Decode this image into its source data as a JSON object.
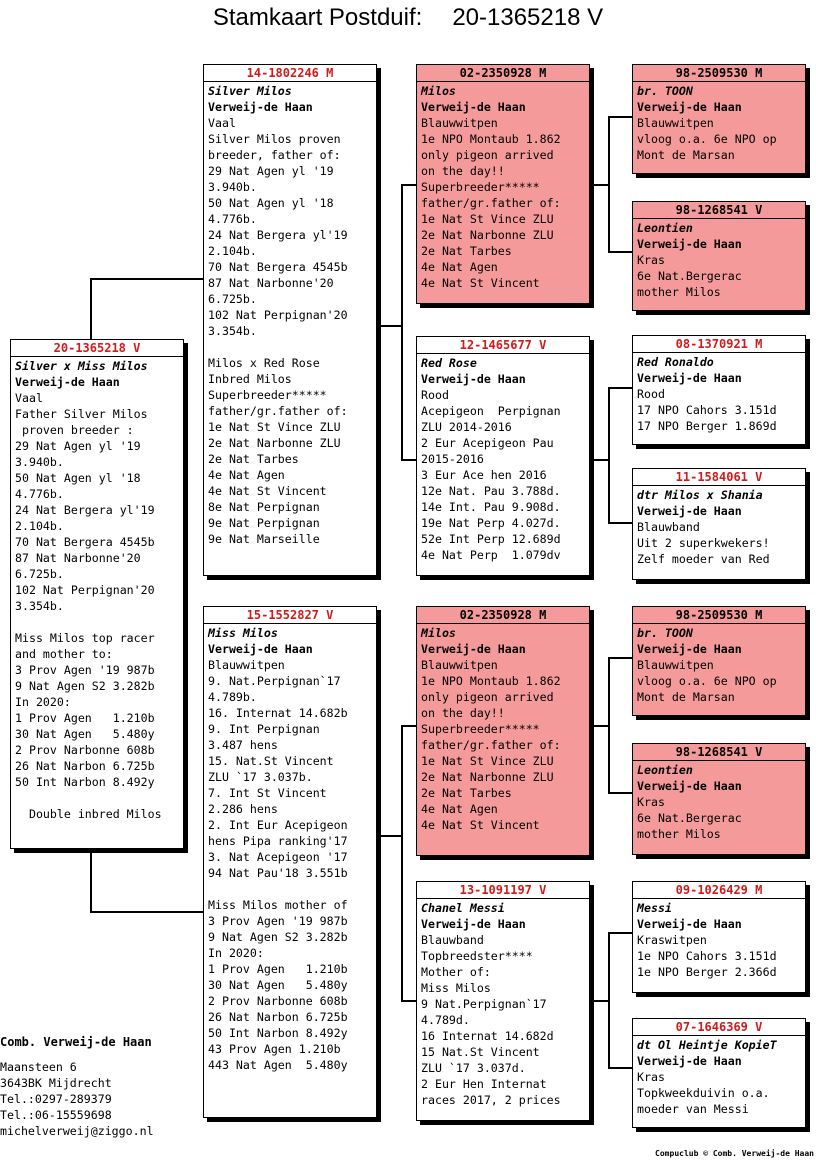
{
  "title": {
    "label": "Stamkaart Postduif:",
    "ring": "20-1365218 V"
  },
  "cards": [
    {
      "id": "subject",
      "ring": "20-1365218 V",
      "pink": false,
      "lines": [
        "Silver x Miss Milos",
        "Verweij-de Haan",
        "Vaal",
        "Father Silver Milos",
        " proven breeder :",
        "29 Nat Agen yl '19",
        "3.940b.",
        "50 Nat Agen yl '18",
        "4.776b.",
        "24 Nat Bergera yl'19",
        "2.104b.",
        "70 Nat Bergera 4545b",
        "87 Nat Narbonne'20",
        "6.725b.",
        "102 Nat Perpignan'20",
        "3.354b.",
        "",
        "Miss Milos top racer",
        "and mother to:",
        "3 Prov Agen '19 987b",
        "9 Nat Agen S2 3.282b",
        "In 2020:",
        "1 Prov Agen   1.210b",
        "30 Nat Agen   5.480y",
        "2 Prov Narbonne 608b",
        "26 Nat Narbon 6.725b",
        "50 Int Narbon 8.492y",
        "",
        "  Double inbred Milos"
      ]
    },
    {
      "id": "sire",
      "ring": "14-1802246 M",
      "pink": false,
      "lines": [
        "Silver Milos",
        "Verweij-de Haan",
        "Vaal",
        "Silver Milos proven",
        "breeder, father of:",
        "29 Nat Agen yl '19",
        "3.940b.",
        "50 Nat Agen yl '18",
        "4.776b.",
        "24 Nat Bergera yl'19",
        "2.104b.",
        "70 Nat Bergera 4545b",
        "87 Nat Narbonne'20",
        "6.725b.",
        "102 Nat Perpignan'20",
        "3.354b.",
        "",
        "Milos x Red Rose",
        "Inbred Milos",
        "Superbreeder*****",
        "father/gr.father of:",
        "1e Nat St Vince ZLU",
        "2e Nat Narbonne ZLU",
        "2e Nat Tarbes",
        "4e Nat Agen",
        "4e Nat St Vincent",
        "8e Nat Perpignan",
        "9e Nat Perpignan",
        "9e Nat Marseille"
      ]
    },
    {
      "id": "dam",
      "ring": "15-1552827 V",
      "pink": false,
      "lines": [
        "Miss Milos",
        "Verweij-de Haan",
        "Blauwwitpen",
        "9. Nat.Perpignan`17",
        "4.789b.",
        "16. Internat 14.682b",
        "9. Int Perpignan",
        "3.487 hens",
        "15. Nat.St Vincent",
        "ZLU `17 3.037b.",
        "7. Int St Vincent",
        "2.286 hens",
        "2. Int Eur Acepigeon",
        "hens Pipa ranking'17",
        "3. Nat Acepigeon '17",
        "94 Nat Pau'18 3.551b",
        "",
        "Miss Milos mother of",
        "3 Prov Agen '19 987b",
        "9 Nat Agen S2 3.282b",
        "In 2020:",
        "1 Prov Agen   1.210b",
        "30 Nat Agen   5.480y",
        "2 Prov Narbonne 608b",
        "26 Nat Narbon 6.725b",
        "50 Int Narbon 8.492y",
        "43 Prov Agen 1.210b",
        "443 Nat Agen  5.480y"
      ]
    },
    {
      "id": "ss",
      "ring": "02-2350928 M",
      "pink": true,
      "lines": [
        "Milos",
        "Verweij-de Haan",
        "Blauwwitpen",
        "1e NPO Montaub 1.862",
        "only pigeon arrived",
        "on the day!!",
        "Superbreeder*****",
        "father/gr.father of:",
        "1e Nat St Vince ZLU",
        "2e Nat Narbonne ZLU",
        "2e Nat Tarbes",
        "4e Nat Agen",
        "4e Nat St Vincent"
      ]
    },
    {
      "id": "sd",
      "ring": "12-1465677 V",
      "pink": false,
      "lines": [
        "Red Rose",
        "Verweij-de Haan",
        "Rood",
        "Acepigeon  Perpignan",
        "ZLU 2014-2016",
        "2 Eur Acepigeon Pau",
        "2015-2016",
        "3 Eur Ace hen 2016",
        "12e Nat. Pau 3.788d.",
        "14e Int. Pau 9.908d.",
        "19e Nat Perp 4.027d.",
        "52e Int Perp 12.689d",
        "4e Nat Perp  1.079dv"
      ]
    },
    {
      "id": "ds",
      "ring": "02-2350928 M",
      "pink": true,
      "lines": [
        "Milos",
        "Verweij-de Haan",
        "Blauwwitpen",
        "1e NPO Montaub 1.862",
        "only pigeon arrived",
        "on the day!!",
        "Superbreeder*****",
        "father/gr.father of:",
        "1e Nat St Vince ZLU",
        "2e Nat Narbonne ZLU",
        "2e Nat Tarbes",
        "4e Nat Agen",
        "4e Nat St Vincent"
      ]
    },
    {
      "id": "dd",
      "ring": "13-1091197 V",
      "pink": false,
      "lines": [
        "Chanel Messi",
        "Verweij-de Haan",
        "Blauwband",
        "Topbreedster****",
        "Mother of:",
        "Miss Milos",
        "9 Nat.Perpignan`17",
        "4.789d.",
        "16 Internat 14.682d",
        "15 Nat.St Vincent",
        "ZLU `17 3.037d.",
        "2 Eur Hen Internat",
        "races 2017, 2 prices"
      ]
    },
    {
      "id": "sss",
      "ring": "98-2509530 M",
      "pink": true,
      "lines": [
        "br. TOON",
        "Verweij-de Haan",
        "Blauwwitpen",
        "vloog o.a. 6e NPO op",
        "Mont de Marsan"
      ]
    },
    {
      "id": "ssd",
      "ring": "98-1268541 V",
      "pink": true,
      "lines": [
        "Leontien",
        "Verweij-de Haan",
        "Kras",
        "6e Nat.Bergerac",
        "mother Milos"
      ]
    },
    {
      "id": "sds",
      "ring": "08-1370921 M",
      "pink": false,
      "lines": [
        "Red Ronaldo",
        "Verweij-de Haan",
        "Rood",
        "17 NPO Cahors 3.151d",
        "17 NPO Berger 1.869d"
      ]
    },
    {
      "id": "sdd",
      "ring": "11-1584061 V",
      "pink": false,
      "lines": [
        "dtr Milos x Shania",
        "Verweij-de Haan",
        "Blauwband",
        "Uit 2 superkwekers!",
        "Zelf moeder van Red"
      ]
    },
    {
      "id": "dss",
      "ring": "98-2509530 M",
      "pink": true,
      "lines": [
        "br. TOON",
        "Verweij-de Haan",
        "Blauwwitpen",
        "vloog o.a. 6e NPO op",
        "Mont de Marsan"
      ]
    },
    {
      "id": "dsd",
      "ring": "98-1268541 V",
      "pink": true,
      "lines": [
        "Leontien",
        "Verweij-de Haan",
        "Kras",
        "6e Nat.Bergerac",
        "mother Milos"
      ]
    },
    {
      "id": "dds",
      "ring": "09-1026429 M",
      "pink": false,
      "lines": [
        "Messi",
        "Verweij-de Haan",
        "Kraswitpen",
        "1e NPO Cahors 3.151d",
        "1e NPO Berger 2.366d"
      ]
    },
    {
      "id": "ddd",
      "ring": "07-1646369 V",
      "pink": false,
      "lines": [
        "dt Ol Heintje KopieT",
        "Verweij-de Haan",
        "Kras",
        "Topkweekduivin o.a.",
        "moeder van Messi"
      ]
    }
  ],
  "footer": {
    "org": "Comb. Verweij-de Haan",
    "address": [
      "Maansteen 6",
      "3643BK  Mijdrecht",
      "Tel.:0297-289379",
      "Tel.:06-15559698",
      "michelverweij@ziggo.nl"
    ]
  },
  "credit": "Compuclub © Comb. Verweij-de Haan"
}
